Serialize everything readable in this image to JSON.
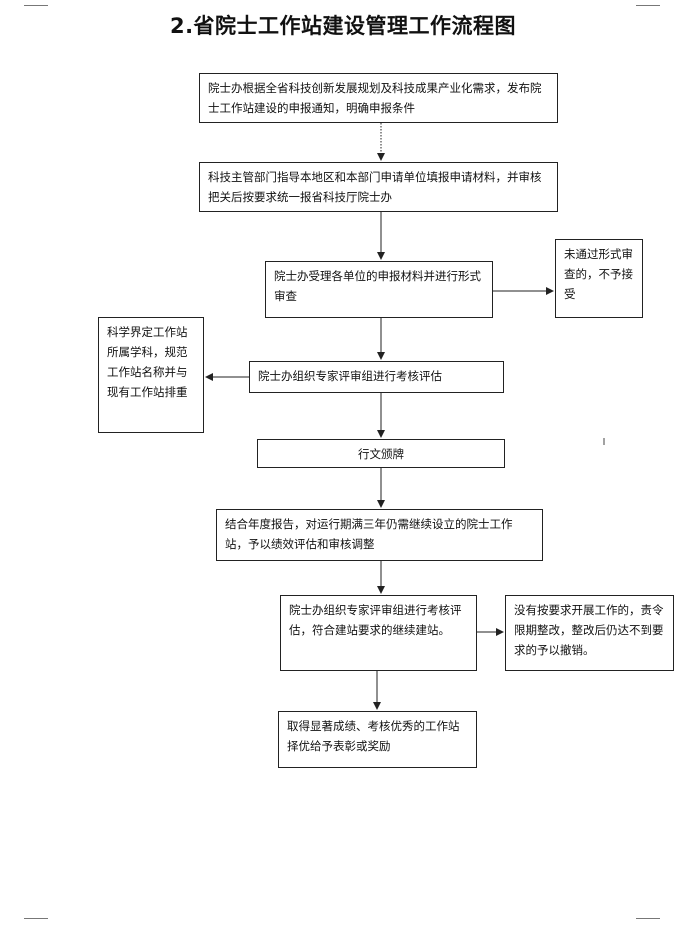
{
  "title": "2.省院士工作站建设管理工作流程图",
  "steps": [
    {
      "id": "s1",
      "text": "院士办根据全省科技创新发展规划及科技成果产业化需求，发布院士工作站建设的申报通知，明确申报条件"
    },
    {
      "id": "s2",
      "text": "科技主管部门指导本地区和本部门申请单位填报申请材料，并审核把关后按要求统一报省科技厅院士办"
    },
    {
      "id": "s3",
      "text": "院士办受理各单位的申报材料并进行形式审查"
    },
    {
      "id": "s3b",
      "text": "未通过形式审查的，不予接受"
    },
    {
      "id": "s4",
      "text": "院士办组织专家评审组进行考核评估"
    },
    {
      "id": "s4b",
      "text": "科学界定工作站所属学科，规范工作站名称并与现有工作站排重"
    },
    {
      "id": "s5",
      "text": "行文颁牌"
    },
    {
      "id": "s6",
      "text": "结合年度报告，对运行期满三年仍需继续设立的院士工作站，予以绩效评估和审核调整"
    },
    {
      "id": "s7",
      "text": "院士办组织专家评审组进行考核评估，符合建站要求的继续建站。"
    },
    {
      "id": "s7b",
      "text": "没有按要求开展工作的，责令限期整改，整改后仍达不到要求的予以撤销。"
    },
    {
      "id": "s8",
      "text": "取得显著成绩、考核优秀的工作站择优给予表彰或奖励"
    }
  ]
}
